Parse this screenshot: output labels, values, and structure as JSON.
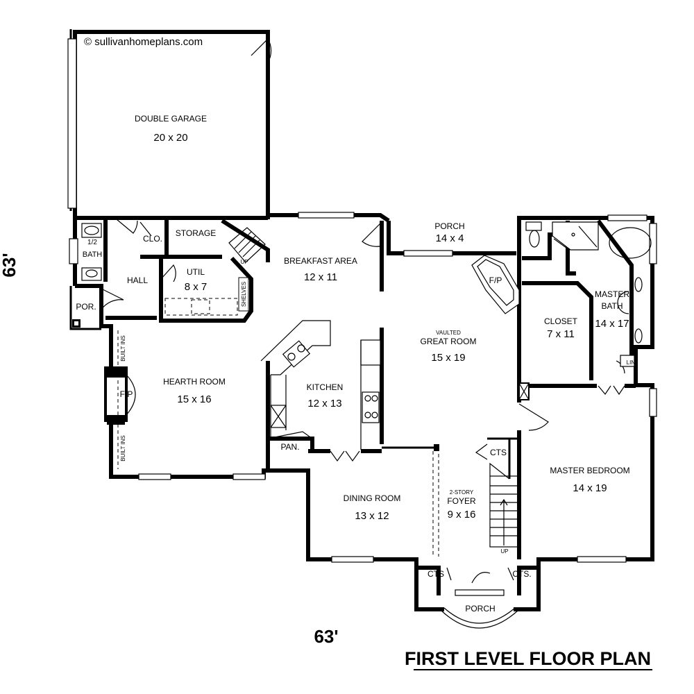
{
  "watermark": "© sullivanhomeplans.com",
  "plan_title": "FIRST LEVEL FLOOR PLAN",
  "dimensions": {
    "width": "63'",
    "depth": "63'"
  },
  "rooms": {
    "garage": {
      "name": "DOUBLE GARAGE",
      "size": "20 x 20"
    },
    "half_bath": {
      "name_1": "1/2",
      "name_2": "BATH"
    },
    "closet_small": {
      "name": "CLO."
    },
    "storage": {
      "name": "STORAGE"
    },
    "hall": {
      "name": "HALL"
    },
    "util": {
      "name": "UTIL",
      "size": "8 x 7"
    },
    "porch_side": {
      "name": "POR."
    },
    "breakfast": {
      "name": "BREAKFAST AREA",
      "size": "12 x 11"
    },
    "porch_rear": {
      "name": "PORCH",
      "size": "14 x 4"
    },
    "fireplace_great": {
      "name": "F/P"
    },
    "great_room": {
      "note": "VAULTED",
      "name": "GREAT ROOM",
      "size": "15 x 19"
    },
    "closet": {
      "name": "CLOSET",
      "size": "7 x 11"
    },
    "master_bath": {
      "name_1": "MASTER",
      "name_2": "BATH",
      "size": "14 x 17"
    },
    "linen": {
      "name": "LIN."
    },
    "hearth": {
      "name": "HEARTH ROOM",
      "size": "15 x 16"
    },
    "fireplace_hearth": {
      "name": "F/P"
    },
    "built_ins_top": {
      "name": "BUILT INS"
    },
    "built_ins_bottom": {
      "name": "BUILT INS"
    },
    "kitchen": {
      "name": "KITCHEN",
      "size": "12 x 13"
    },
    "pantry": {
      "name": "PAN."
    },
    "shelves": {
      "name": "SHELVES"
    },
    "cts_upper": {
      "name": "CTS"
    },
    "master_bed": {
      "name": "MASTER BEDROOM",
      "size": "14 x 19"
    },
    "dining": {
      "name": "DINING ROOM",
      "size": "13 x 12"
    },
    "foyer": {
      "note": "2-STORY",
      "name": "FOYER",
      "size": "9 x 16"
    },
    "stair_up_foyer": {
      "name": "UP"
    },
    "stair_up_rear": {
      "name": "UP"
    },
    "cts_left": {
      "name": "CTS"
    },
    "cts_right": {
      "name": "CTS."
    },
    "porch_front": {
      "name": "PORCH"
    }
  }
}
